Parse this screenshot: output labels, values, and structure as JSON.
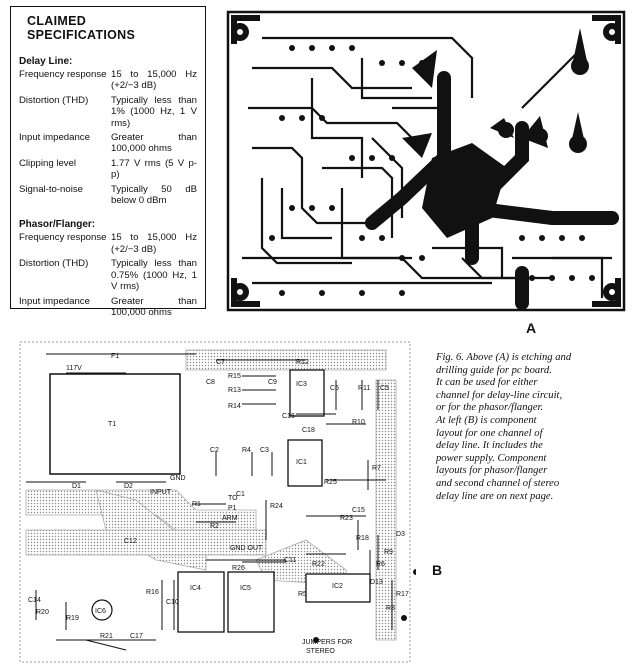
{
  "specs": {
    "title": "CLAIMED SPECIFICATIONS",
    "delay_line": {
      "heading": "Delay Line:",
      "rows": [
        {
          "label": "Frequency response",
          "value": "15 to 15,000 Hz (+2/−3 dB)"
        },
        {
          "label": "Distortion (THD)",
          "value": "Typically less than 1% (1000 Hz, 1 V rms)"
        },
        {
          "label": "Input impedance",
          "value": "Greater than 100,000 ohms"
        },
        {
          "label": "Clipping level",
          "value": "1.77 V rms (5 V p-p)"
        },
        {
          "label": "Signal-to-noise",
          "value": "Typically 50 dB below 0 dBm"
        }
      ]
    },
    "phasor": {
      "heading": "Phasor/Flanger:",
      "rows": [
        {
          "label": "Frequency response",
          "value": "15 to 15,000 Hz (+2/−3 dB)"
        },
        {
          "label": "Distortion (THD)",
          "value": "Typically less than 0.75% (1000 Hz, 1 V rms)"
        },
        {
          "label": "Input impedance",
          "value": "Greater than 100,000 ohms"
        }
      ]
    }
  },
  "figure_labels": {
    "a": "A",
    "b": "B"
  },
  "caption_lines": [
    "Fig. 6. Above (A) is etching and",
    "drilling guide for pc board.",
    "It can be used for either",
    "channel for delay-line circuit,",
    "or for the phasor/flanger.",
    "At left (B) is component",
    "layout for one channel of",
    "delay line. It includes the",
    "power supply. Component",
    "layouts for phasor/flanger",
    "and second channel of stereo",
    "delay line are on next page."
  ],
  "components": {
    "F1": "F1",
    "v117": "117V",
    "T1": "T1",
    "D1": "D1",
    "D2": "D2",
    "C12": "C12",
    "C7": "C7",
    "R12": "R12",
    "C8": "C8",
    "R15": "R15",
    "R13": "R13",
    "C9": "C9",
    "R14": "R14",
    "IC3": "IC3",
    "C6": "C6",
    "R11": "R11",
    "C5": "C5",
    "C16": "C16",
    "R10": "R10",
    "C18": "C18",
    "C2": "C2",
    "R4": "R4",
    "C3": "C3",
    "IC1": "IC1",
    "R7": "R7",
    "GND": "GND",
    "INPUT": "INPUT",
    "R1": "R1",
    "C1": "C1",
    "R25": "R25",
    "C15": "C15",
    "TO": "TO",
    "P1": "P1",
    "ARM": "ARM",
    "R2": "R2",
    "R24": "R24",
    "R23": "R23",
    "D3": "D3",
    "R18": "R18",
    "R9": "R9",
    "GND_OUT": "GND OUT",
    "C11": "C11",
    "R26": "R26",
    "R22": "R22",
    "R6": "R6",
    "D13": "D13",
    "C14": "C14",
    "R16": "R16",
    "C10": "C10",
    "IC4": "IC4",
    "IC5": "IC5",
    "IC2": "IC2",
    "R5": "R5",
    "R17": "R17",
    "R8": "R8",
    "R20": "R20",
    "R19": "R19",
    "IC6": "IC6",
    "R21": "R21",
    "C17": "C17",
    "jumpers_line1": "JUMPERS FOR",
    "jumpers_line2": "STEREO"
  }
}
